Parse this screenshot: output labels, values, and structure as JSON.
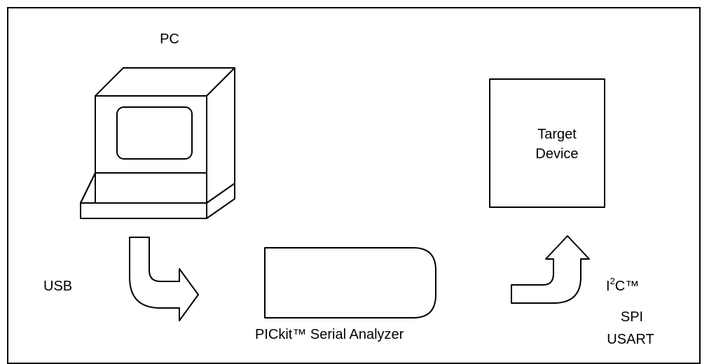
{
  "labels": {
    "pc": "PC",
    "usb": "USB",
    "target_line1": "Target",
    "target_line2": "Device",
    "analyzer": "PICkit™ Serial Analyzer",
    "i2c_prefix": "I",
    "i2c_sup": "2",
    "i2c_suffix": "C™",
    "spi": "SPI",
    "usart": "USART"
  }
}
